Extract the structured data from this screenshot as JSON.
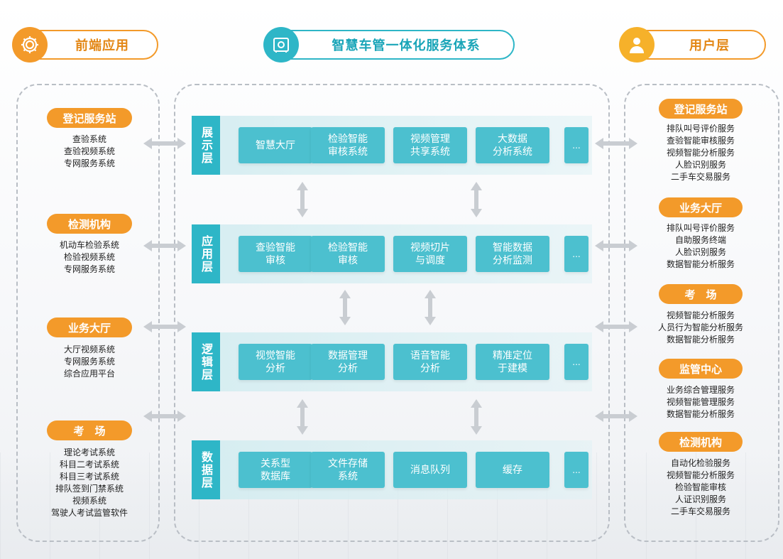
{
  "headers": {
    "front": "前端应用",
    "center": "智慧车管一体化服务体系",
    "user": "用户层"
  },
  "left_groups": [
    {
      "title": "登记服务站",
      "items": [
        "查验系统",
        "查验视频系统",
        "专网服务系统"
      ]
    },
    {
      "title": "检测机构",
      "items": [
        "机动车检验系统",
        "检验视频系统",
        "专网服务系统"
      ]
    },
    {
      "title": "业务大厅",
      "items": [
        "大厅视频系统",
        "专网服务系统",
        "综合应用平台"
      ]
    },
    {
      "title": "考　场",
      "items": [
        "理论考试系统",
        "科目二考试系统",
        "科目三考试系统",
        "排队签到门禁系统",
        "视频系统",
        "驾驶人考试监管软件"
      ]
    }
  ],
  "layers": [
    {
      "label": "展示层",
      "boxes": [
        "智慧大厅",
        "检验智能\n审核系统",
        "视频管理\n共享系统",
        "大数据\n分析系统",
        "..."
      ]
    },
    {
      "label": "应用层",
      "boxes": [
        "查验智能\n审核",
        "检验智能\n审核",
        "视频切片\n与调度",
        "智能数据\n分析监测",
        "..."
      ]
    },
    {
      "label": "逻辑层",
      "boxes": [
        "视觉智能\n分析",
        "数据管理\n分析",
        "语音智能\n分析",
        "精准定位\n于建模",
        "..."
      ]
    },
    {
      "label": "数据层",
      "boxes": [
        "关系型\n数据库",
        "文件存储\n系统",
        "消息队列",
        "缓存",
        "..."
      ]
    }
  ],
  "right_groups": [
    {
      "title": "登记服务站",
      "items": [
        "排队叫号评价服务",
        "查验智能审核服务",
        "视频智能分析服务",
        "人脸识别服务",
        "二手车交易服务"
      ]
    },
    {
      "title": "业务大厅",
      "items": [
        "排队叫号评价服务",
        "自助服务终端",
        "人脸识别服务",
        "数据智能分析服务"
      ]
    },
    {
      "title": "考　场",
      "items": [
        "视频智能分析服务",
        "人员行为智能分析服务",
        "数据智能分析服务"
      ]
    },
    {
      "title": "监管中心",
      "items": [
        "业务综合管理服务",
        "视频智能管理服务",
        "数据智能分析服务"
      ]
    },
    {
      "title": "检测机构",
      "items": [
        "自动化检验服务",
        "视频智能分析服务",
        "检验智能审核",
        "人证识别服务",
        "二手车交易服务"
      ]
    }
  ],
  "colors": {
    "accent_orange": "#f39a2a",
    "accent_teal": "#2eb6c7",
    "box_teal": "#4cc0cf",
    "arrow_gray": "#c9cdd2"
  },
  "icons": {
    "front": "gear-icon",
    "center": "safe-icon",
    "user": "user-icon"
  }
}
